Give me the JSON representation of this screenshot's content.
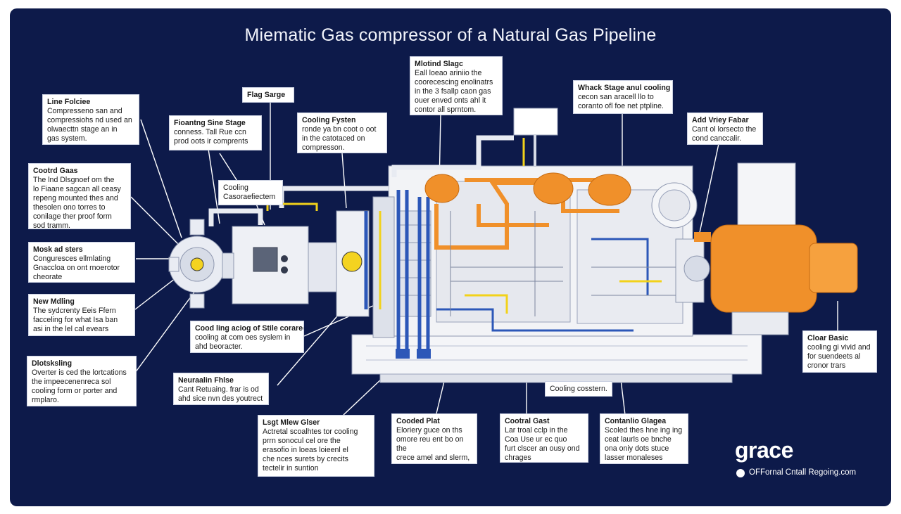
{
  "title": "Miematic Gas compressor of a Natural Gas Pipeline",
  "brand": {
    "logo": "grace",
    "tagline": "OFFornal Cntall Regoing.com"
  },
  "colors": {
    "background": "#0d1a4a",
    "accent_orange": "#f0902a",
    "accent_blue": "#2c57b8",
    "accent_yellow": "#f2d21a"
  },
  "labels": {
    "line_feed": {
      "title": "Line Folciee",
      "body": "Compresseno san and\ncompressiohs nd used an\nolwaecttn stage an in\ngas system."
    },
    "control_gas_left": {
      "title": "Cootrd Gaas",
      "body": "The lnd Dlsgnoef om the\nlo Fiaane sagcan all ceasy\nrepeng mounted thes and\nthesolen ono torres to\nconilage ther proof form\nsod tramm."
    },
    "masked": {
      "title": "Mosk ad sters",
      "body": "Conguresces ellmlating\nGnaccloa on ont rnoerotor\ncheorate"
    },
    "new_molding": {
      "title": "New Mdling",
      "body": "The sydcrenty Eeis Ffern\nfacceling for what Isa ban\nasi in the lel cal evears"
    },
    "dist_stacking": {
      "title": "Dlotsksling",
      "body": "Overter is ced the lortcations\nthe impeecenenreca sol\ncooling form or porter and\nrmplaro."
    },
    "floating_line": {
      "title": "Fioantng Sine Stage",
      "body": "conness. Tall Rue ccn\nprod oots ir comprents"
    },
    "flap_stage": {
      "title": "Flag Sarge",
      "body": ""
    },
    "cooling_chamber": {
      "title": "Cooling\nCasoraefiectem",
      "body": ""
    },
    "cooling_system_top": {
      "title": "Cooling Fysten",
      "body": "ronde ya bn coot o oot\nin the catotaced on\ncompresson."
    },
    "floating_stage": {
      "title": "Mlotind Slagc",
      "body": "Eall loeao ariniio the\ncoorecescing enolinatrs\nin the 3 fsallp caon gas\nouer enved onts ahl it\ncontor all sprntom."
    },
    "which_stage": {
      "title": "Whack Stage anul cooling",
      "body": "cecon san aracell llo to\ncoranto ofl foe net ptpline."
    },
    "add_valve": {
      "title": "Add Vriey Fabar",
      "body": "Cant ol lorsecto the\ncond canccalir."
    },
    "cooling_bottom": {
      "title": "Cood ling aciog of Stile corarees",
      "body": "cooling at com oes syslem in\nahd beoracter."
    },
    "neutral_phase": {
      "title": "Neuraalin Fhlse",
      "body": "Cant Retuaing. frar is od\nahd sice nvn des youtrect"
    },
    "light_new": {
      "title": "Lsgt Mlew Glser",
      "body": "Actretal scoalhtes tor cooling\nprrn sonocul cel ore the\nerasofio in loeas loieenl el\nche nces surets by crecits\ntectelir in suntion"
    },
    "cooled_plat": {
      "title": "Cooded Plat",
      "body": "Eloriery guce on ths\nomore reu ent bo on the\ncrece amel and slerm,\nsot crolon"
    },
    "cooling_center": {
      "title": "Cooling cosstern.",
      "body": ""
    },
    "control_gas_bottom": {
      "title": "Cootral Gast",
      "body": "Lar troal cclp in the\nCoa Use ur ec quo\nfurt clscer an ousy ond\nchrages"
    },
    "contain_stages": {
      "title": "Contanlio Glagea",
      "body": "Scoled thes hne ing ing\nceat laurls oe bnche\nona oniy dots stuce\nlasser monaleses"
    },
    "clear_basic": {
      "title": "Cloar Basic",
      "body": "cooling gi vivid and\nfor suendeets al\ncronor trars"
    }
  }
}
